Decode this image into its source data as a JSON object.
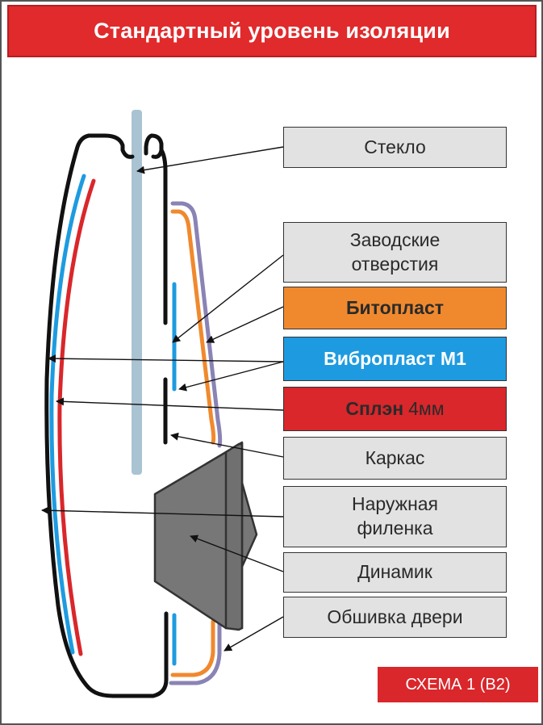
{
  "title": "Стандартный уровень изоляции",
  "labels": {
    "steklo": "Стекло",
    "zavodskie_line1": "Заводские",
    "zavodskie_line2": "отверстия",
    "bitoplast": "Битопласт",
    "vibroplast": "Вибропласт М1",
    "splen": "Сплэн",
    "splen_thickness": "4мм",
    "karkas": "Каркас",
    "filenka_line1": "Наружная",
    "filenka_line2": "филенка",
    "dinamik": "Динамик",
    "obshivka": "Обшивка двери"
  },
  "schema_tag": "СХЕМА 1 (В2)",
  "colors": {
    "title_bg": "#e02a2c",
    "label_bg": "#e2e2e2",
    "bitoplast": "#f0892e",
    "vibroplast": "#1e9be0",
    "splen": "#d9272b",
    "glass": "#a9c3d3",
    "obshivka": "#8a83b5",
    "speaker": "#777777"
  }
}
